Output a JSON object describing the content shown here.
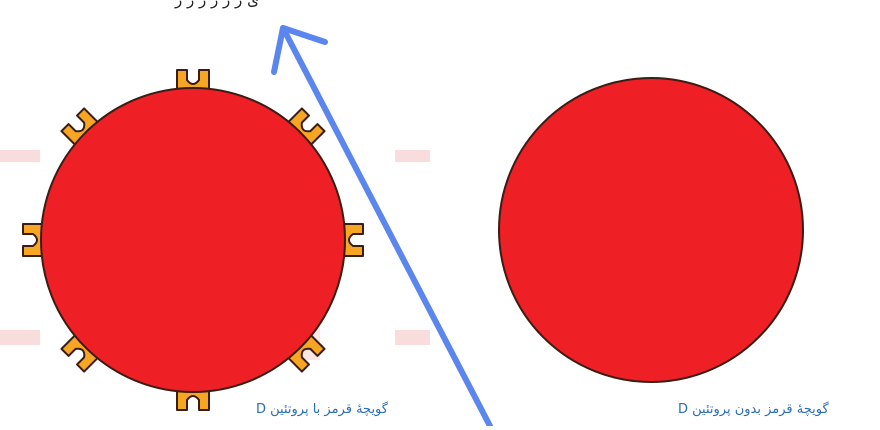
{
  "diagram": {
    "top_text": "ی ر ر ر ر ر ر",
    "left_cell": {
      "caption": "گویچهٔ قرمز با پروتئین D",
      "has_protein": true,
      "protein_count": 8
    },
    "right_cell": {
      "caption": "گویچهٔ قرمز بدون پروتئین D",
      "has_protein": false
    },
    "colors": {
      "cell_fill": "#ee1f25",
      "cell_stroke": "#3a1d14",
      "protein_fill": "#f6a623",
      "protein_stroke": "#3a1d14",
      "arrow": "#5b86ee",
      "caption": "#2b6db3",
      "watermark": "#f9dcdc"
    },
    "icons": [
      "arrow-icon",
      "d-antigen-icon"
    ]
  }
}
